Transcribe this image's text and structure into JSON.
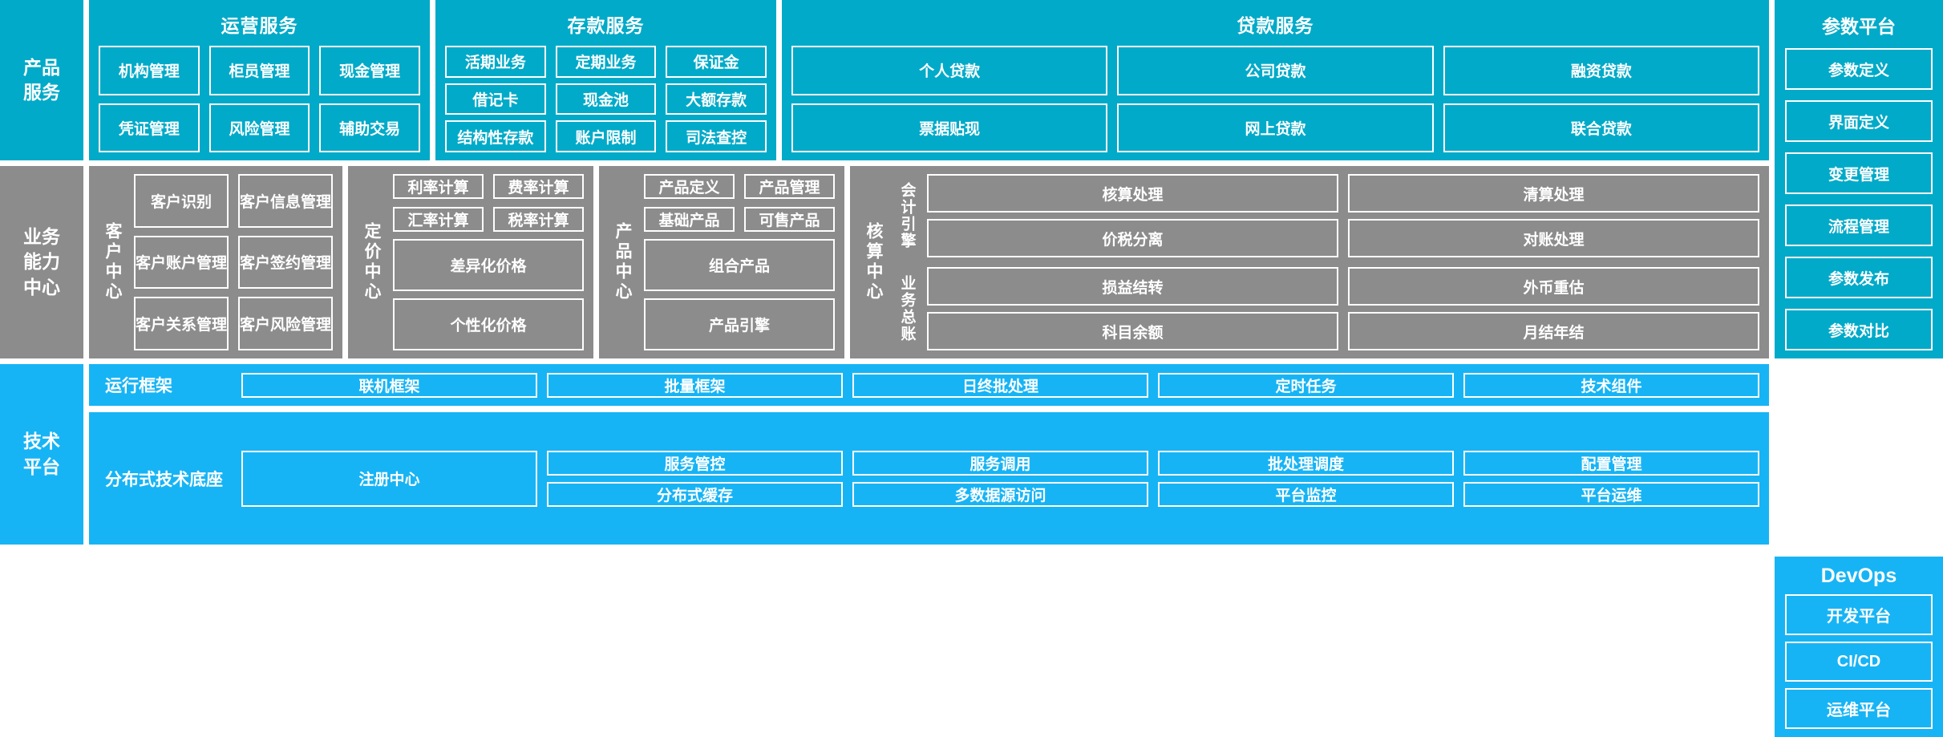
{
  "rows": {
    "product_services": {
      "label": "产品\n服务",
      "label_lines": [
        "产品",
        "服务"
      ],
      "panels": [
        {
          "title": "运营服务",
          "items": [
            "机构管理",
            "柜员管理",
            "现金管理",
            "凭证管理",
            "风险管理",
            "辅助交易"
          ]
        },
        {
          "title": "存款服务",
          "items": [
            "活期业务",
            "定期业务",
            "保证金",
            "借记卡",
            "现金池",
            "大额存款",
            "结构性存款",
            "账户限制",
            "司法查控"
          ]
        },
        {
          "title": "贷款服务",
          "items": [
            "个人贷款",
            "公司贷款",
            "融资贷款",
            "票据贴现",
            "网上贷款",
            "联合贷款"
          ]
        }
      ]
    },
    "business_capability": {
      "label_lines": [
        "业务",
        "能力",
        "中心"
      ],
      "centers": [
        {
          "name": "客户中心",
          "grid": [
            "客户识别",
            "客户信息管理",
            "客户账户管理",
            "客户签约管理",
            "客户关系管理",
            "客户风险管理"
          ]
        },
        {
          "name": "定价中心",
          "grid": [
            "利率计算",
            "费率计算",
            "汇率计算",
            "税率计算"
          ],
          "full": [
            "差异化价格",
            "个性化价格"
          ]
        },
        {
          "name": "产品中心",
          "grid": [
            "产品定义",
            "产品管理",
            "基础产品",
            "可售产品"
          ],
          "full": [
            "组合产品",
            "产品引擎"
          ]
        },
        {
          "name": "核算中心",
          "subgroups": [
            {
              "label": "会计引擎",
              "items": [
                "核算处理",
                "清算处理",
                "价税分离",
                "对账处理"
              ]
            },
            {
              "label": "业务总账",
              "items": [
                "损益结转",
                "外币重估",
                "科目余额",
                "月结年结"
              ]
            }
          ]
        }
      ]
    },
    "technical_platform": {
      "label_lines": [
        "技术",
        "平台"
      ],
      "blocks": [
        {
          "name": "运行框架",
          "items": [
            "联机框架",
            "批量框架",
            "日终批处理",
            "定时任务",
            "技术组件"
          ]
        },
        {
          "name": "分布式技术底座",
          "single": [
            "注册中心"
          ],
          "stacks": [
            [
              "服务管控",
              "分布式缓存"
            ],
            [
              "服务调用",
              "多数据源访问"
            ],
            [
              "批处理调度",
              "平台监控"
            ],
            [
              "配置管理",
              "平台运维"
            ]
          ]
        }
      ]
    }
  },
  "side_columns": {
    "parameter_platform": {
      "title": "参数平台",
      "items": [
        "参数定义",
        "界面定义",
        "变更管理",
        "流程管理",
        "参数发布",
        "参数对比"
      ]
    },
    "devops": {
      "title": "DevOps",
      "items": [
        "开发平台",
        "CI/CD",
        "运维平台"
      ]
    }
  },
  "colors": {
    "teal": "#00aac8",
    "gray": "#8c8c8c",
    "blue": "#17b4f5",
    "white": "#ffffff"
  }
}
